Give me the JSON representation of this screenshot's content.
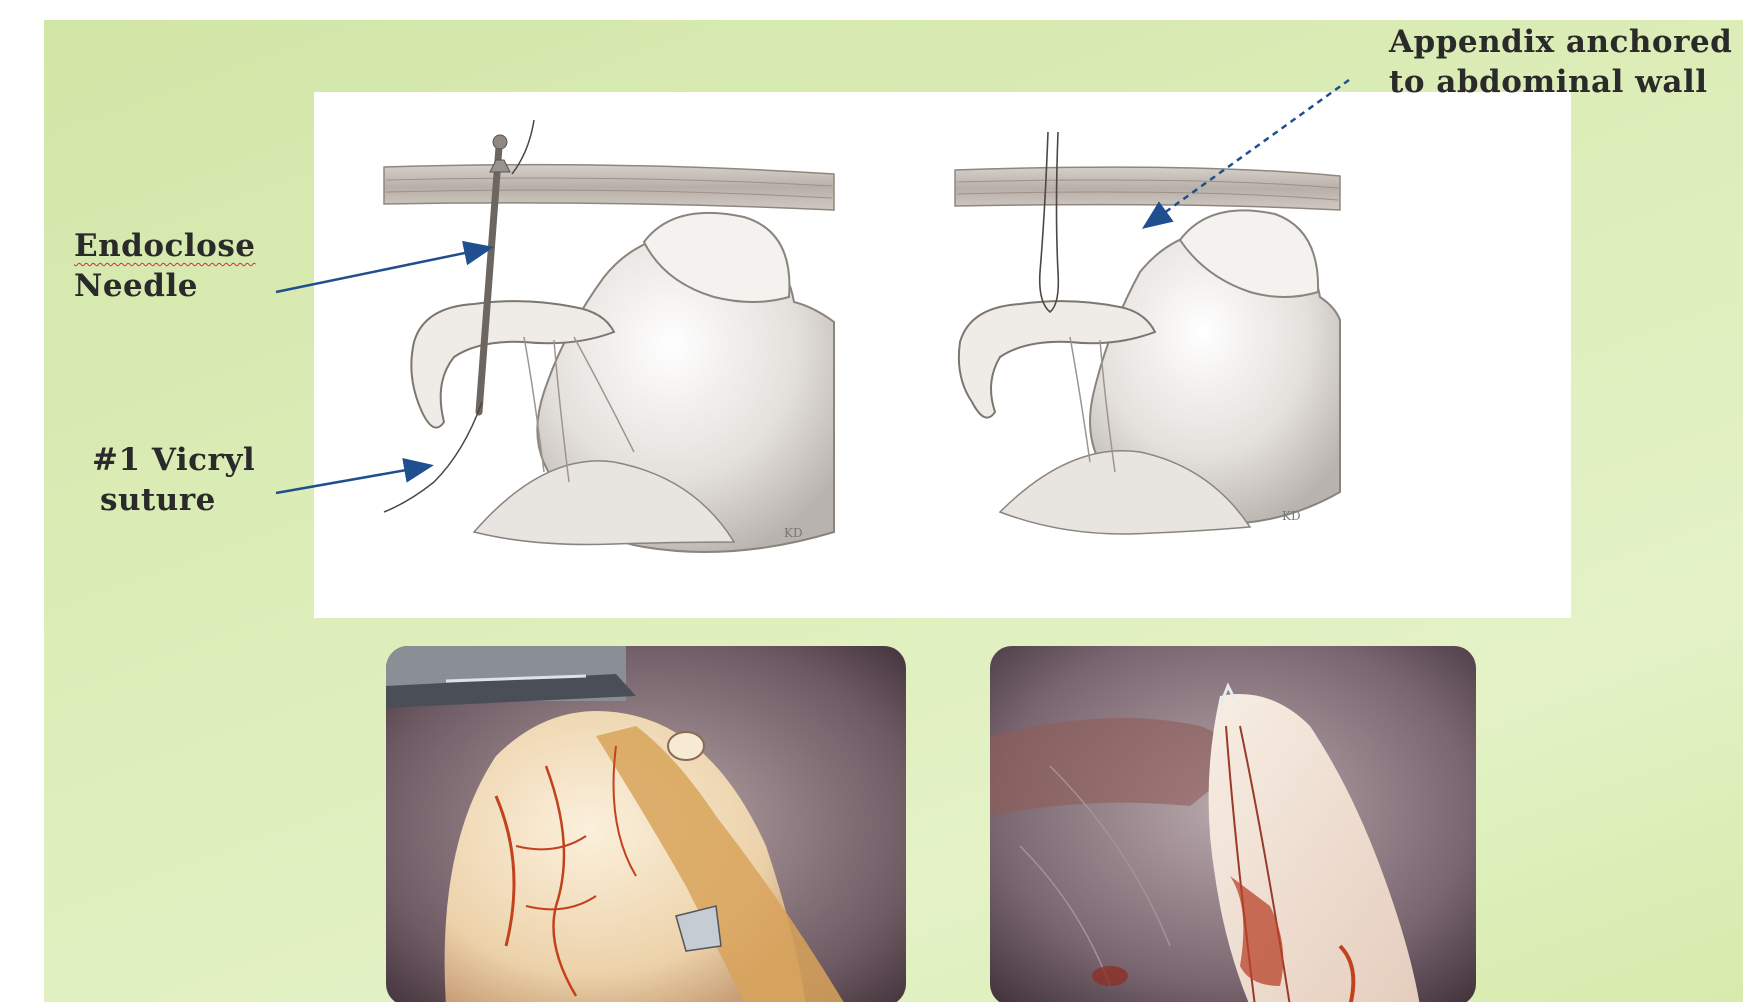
{
  "labels": {
    "endoclose": [
      "Endoclose",
      "Needle"
    ],
    "vicryl": [
      "#1 Vicryl",
      "suture"
    ],
    "appendix": [
      "Appendix anchored",
      "to abdominal wall"
    ]
  },
  "signature": "KD",
  "colors": {
    "slide_background": "#dcedb8",
    "arrow": "#1f4f8f",
    "label_text": "#2a2a2a",
    "tissue": "#f2d9bf",
    "vessels": "#c2421e"
  }
}
